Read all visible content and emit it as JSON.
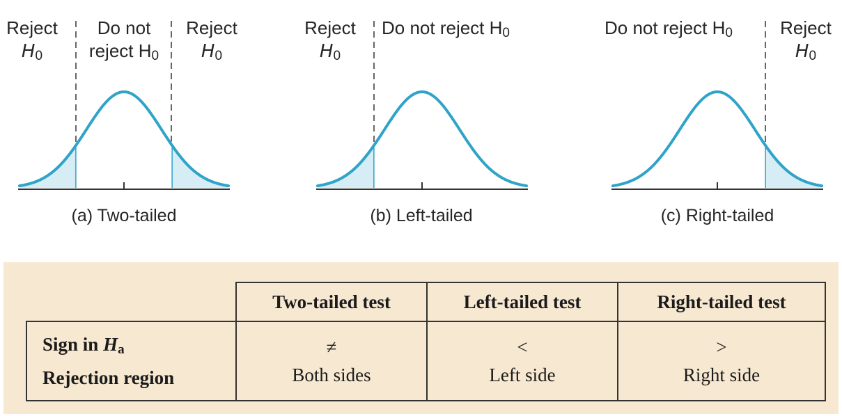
{
  "diagrams": [
    {
      "id": "two-tailed",
      "caption": "(a) Two-tailed",
      "labels": {
        "left_reject": [
          "Reject",
          "H"
        ],
        "middle": [
          "Do not",
          "reject H"
        ],
        "right_reject": [
          "Reject",
          "H"
        ]
      },
      "subscript": "0"
    },
    {
      "id": "left-tailed",
      "caption": "(b) Left-tailed",
      "labels": {
        "left_reject": [
          "Reject",
          "H"
        ],
        "middle": "Do not reject H"
      },
      "subscript": "0"
    },
    {
      "id": "right-tailed",
      "caption": "(c) Right-tailed",
      "labels": {
        "middle": "Do not reject H",
        "right_reject": [
          "Reject",
          "H"
        ]
      },
      "subscript": "0"
    }
  ],
  "table": {
    "headers": [
      "Two-tailed test",
      "Left-tailed test",
      "Right-tailed test"
    ],
    "rows": [
      {
        "label": "Sign in ",
        "label_var": "H",
        "label_sub": "a",
        "values": [
          "≠",
          "<",
          ">"
        ]
      },
      {
        "label": "Rejection region",
        "values": [
          "Both sides",
          "Left side",
          "Right side"
        ]
      }
    ]
  },
  "colors": {
    "curve": "#2fa3c8",
    "tail_fill": "#d6edf6",
    "table_background": "#f7e8d1",
    "axis": "#333333"
  }
}
